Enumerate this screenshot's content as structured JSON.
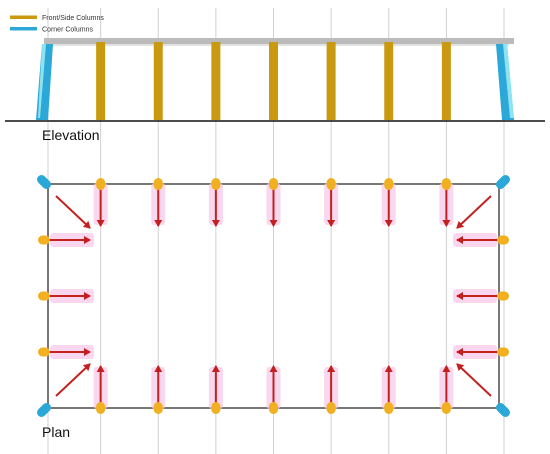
{
  "legend": {
    "items": [
      {
        "label": "Front/Side Columns",
        "color": "#C99A10"
      },
      {
        "label": "Corner Columns",
        "color": "#2BA8D8"
      }
    ]
  },
  "views": {
    "elevation_label": "Elevation",
    "plan_label": "Plan"
  },
  "colors": {
    "front_side_column": "#C99A10",
    "corner_column": "#2BA8D8",
    "corner_column_light": "#8EE3F0",
    "beam": "#BBBBBB",
    "ground": "#111111",
    "grid": "#D0D0D0",
    "plan_outline": "#777777",
    "force_arrow": "#C42020",
    "column_node": "#F0B020",
    "column_halo": "#F7C6E8"
  },
  "structure": {
    "front_column_count": 7,
    "side_column_count": 3,
    "arrow_directions": {
      "top_row": "down",
      "bottom_row": "up",
      "left_column": "right",
      "right_column": "left",
      "corners": "diagonal-inward"
    }
  }
}
